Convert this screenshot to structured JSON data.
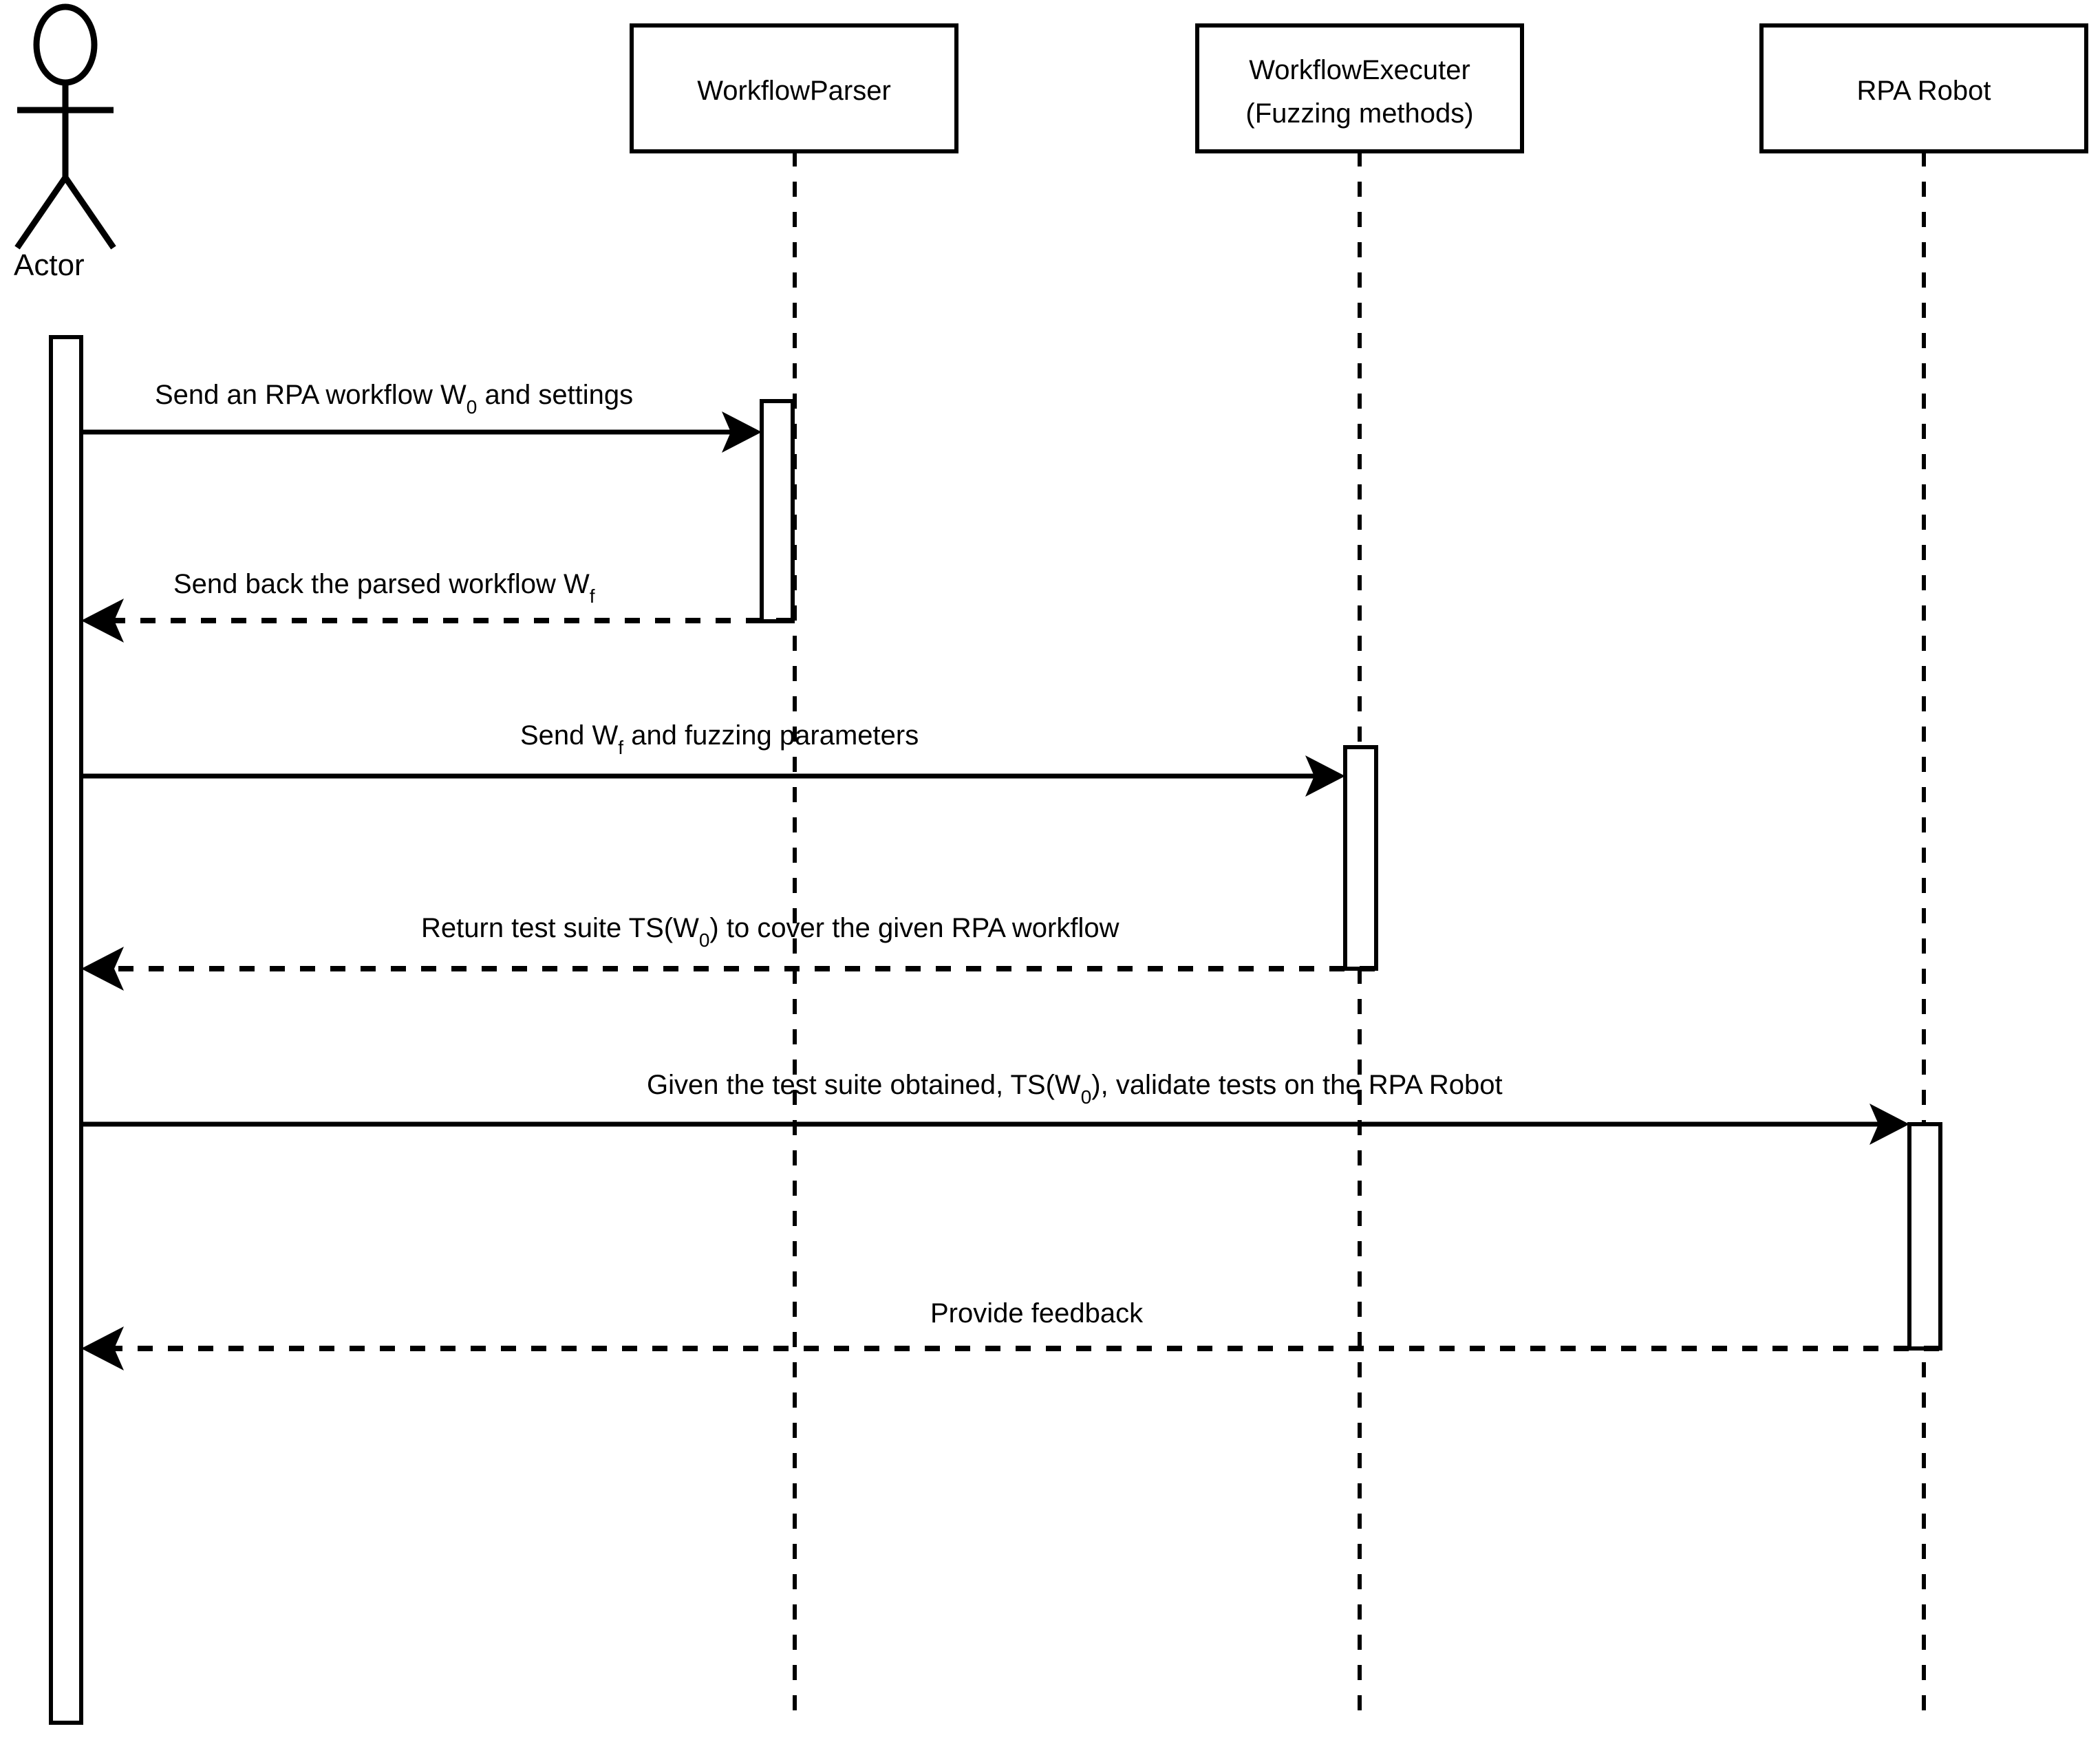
{
  "diagram": {
    "type": "uml-sequence-diagram",
    "title": "RPA workflow fuzzing sequence diagram",
    "background_color": "#ffffff",
    "line_color": "#000000"
  },
  "actor": {
    "name": "actor-stick-figure",
    "label": "Actor"
  },
  "participants": [
    {
      "id": "workflow-parser",
      "label_line1": "WorkflowParser",
      "label_line2": ""
    },
    {
      "id": "workflow-executer",
      "label_line1": "WorkflowExecuter",
      "label_line2": "(Fuzzing methods)"
    },
    {
      "id": "rpa-robot",
      "label_line1": "RPA Robot",
      "label_line2": ""
    }
  ],
  "messages": [
    {
      "index": 1,
      "from": "actor",
      "to": "workflow-parser",
      "kind": "call",
      "style": "solid",
      "text_prefix": "Send an RPA workflow W",
      "text_sub": "0",
      "text_suffix": " and settings",
      "full_text": "Send an RPA workflow W0 and settings"
    },
    {
      "index": 2,
      "from": "workflow-parser",
      "to": "actor",
      "kind": "return",
      "style": "dashed",
      "text_prefix": "Send back the parsed workflow W",
      "text_sub": "f",
      "text_suffix": "",
      "full_text": "Send back the parsed workflow Wf"
    },
    {
      "index": 3,
      "from": "actor",
      "to": "workflow-executer",
      "kind": "call",
      "style": "solid",
      "text_prefix": "Send W",
      "text_sub": "f",
      "text_suffix": " and fuzzing parameters",
      "full_text": "Send Wf and fuzzing parameters"
    },
    {
      "index": 4,
      "from": "workflow-executer",
      "to": "actor",
      "kind": "return",
      "style": "dashed",
      "text_prefix": "Return test suite TS(W",
      "text_sub": "0",
      "text_suffix": ") to cover the given RPA workflow",
      "full_text": "Return test suite TS(W0) to cover the given RPA workflow"
    },
    {
      "index": 5,
      "from": "actor",
      "to": "rpa-robot",
      "kind": "call",
      "style": "solid",
      "text_prefix": "Given the test suite obtained, TS(W",
      "text_sub": "0",
      "text_suffix": "), validate tests on the RPA Robot",
      "full_text": "Given the test suite obtained, TS(W0), validate tests on the RPA Robot"
    },
    {
      "index": 6,
      "from": "rpa-robot",
      "to": "actor",
      "kind": "return",
      "style": "dashed",
      "text_prefix": "Provide feedback",
      "text_sub": "",
      "text_suffix": "",
      "full_text": "Provide feedback"
    }
  ]
}
